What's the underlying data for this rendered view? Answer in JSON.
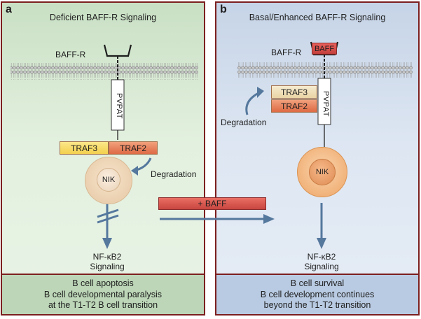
{
  "panel_a": {
    "letter": "a",
    "title": "Deficient BAFF-R Signaling",
    "receptor_label": "BAFF-R",
    "pvpat_label": "PVPAT",
    "traf3_label": "TRAF3",
    "traf2_label": "TRAF2",
    "nik_label": "NIK",
    "degradation_label": "Degradation",
    "output_label": "NF-κB2\nSignaling",
    "footer": "B cell apoptosis\nB cell developmental paralysis\nat the T1-T2 B cell transition"
  },
  "panel_b": {
    "letter": "b",
    "title": "Basal/Enhanced BAFF-R Signaling",
    "receptor_label": "BAFF-R",
    "ligand_label": "BAFF",
    "pvpat_label": "PVPAT",
    "traf3_label": "TRAF3",
    "traf2_label": "TRAF2",
    "nik_label": "NIK",
    "degradation_label": "Degradation",
    "output_label": "NF-κB2\nSignaling",
    "footer": "B cell survival\nB cell development continues\nbeyond the T1-T2 transition"
  },
  "transition": {
    "label": "+ BAFF"
  },
  "colors": {
    "border": "#7c1f1f",
    "arrow": "#55789d",
    "traf3": "#f6d85e",
    "traf2": "#e07a52",
    "nik": "#f0b787",
    "baff_bar": "#d9514e"
  }
}
